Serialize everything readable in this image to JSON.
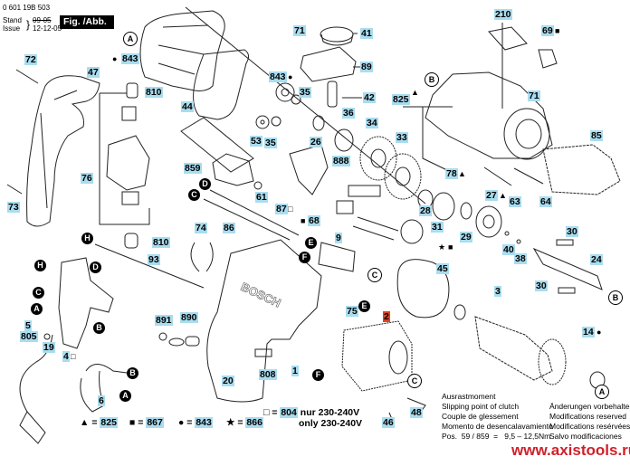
{
  "header": {
    "part_number": "0 601 19B 503",
    "stand_label": "Stand",
    "issue_label": "Issue",
    "old_date": "09-05",
    "date": "12-12-05",
    "figure": "Fig. /Abb. 1"
  },
  "markers": {
    "triangle": "▲",
    "square": "■",
    "dot": "●",
    "star": "★",
    "open_square": "□"
  },
  "labels": [
    "41",
    "71",
    "89",
    "843",
    "810",
    "843",
    "35",
    "42",
    "44",
    "53",
    "35",
    "36",
    "34",
    "26",
    "825",
    "210",
    "69",
    "71",
    "85",
    "33",
    "888",
    "859",
    "61",
    "78",
    "27",
    "63",
    "64",
    "87",
    "68",
    "28",
    "31",
    "29",
    "40",
    "38",
    "30",
    "24",
    "30",
    "45",
    "3",
    "2",
    "75",
    "72",
    "47",
    "76",
    "73",
    "74",
    "86",
    "9",
    "93",
    "810",
    "891",
    "890",
    "20",
    "808",
    "1",
    "5",
    "805",
    "19",
    "4",
    "6",
    "14",
    "46",
    "48"
  ],
  "highlighted_label": "2",
  "callouts": [
    "A",
    "A",
    "A",
    "A",
    "A",
    "B",
    "B",
    "B",
    "B",
    "C",
    "C",
    "C",
    "C",
    "D",
    "D",
    "H",
    "H",
    "E",
    "E",
    "F",
    "F"
  ],
  "legend": {
    "triangle_ref": "825",
    "square_ref": "867",
    "dot_ref": "843",
    "star_ref": "866",
    "open_square_ref": "804",
    "voltage_de": "nur 230-240V",
    "voltage_en": "only 230-240V",
    "equals": "="
  },
  "clutch_note": [
    "Ausrastmoment",
    "Slipping point of clutch",
    "Couple de glessement",
    "Momento de desencalavamiento",
    "Pos.  59 / 859  =   9,5 – 12,5Nm"
  ],
  "modifications_note": [
    "Änderungen vorbehalten",
    "Modifications reserved",
    "Modifications resérvées",
    "Salvo modificaciones"
  ],
  "watermark": "www.axistools.ru",
  "colors": {
    "label_bg": "#a9dcef",
    "highlight_bg": "#e2431e",
    "watermark": "#d0202a"
  }
}
